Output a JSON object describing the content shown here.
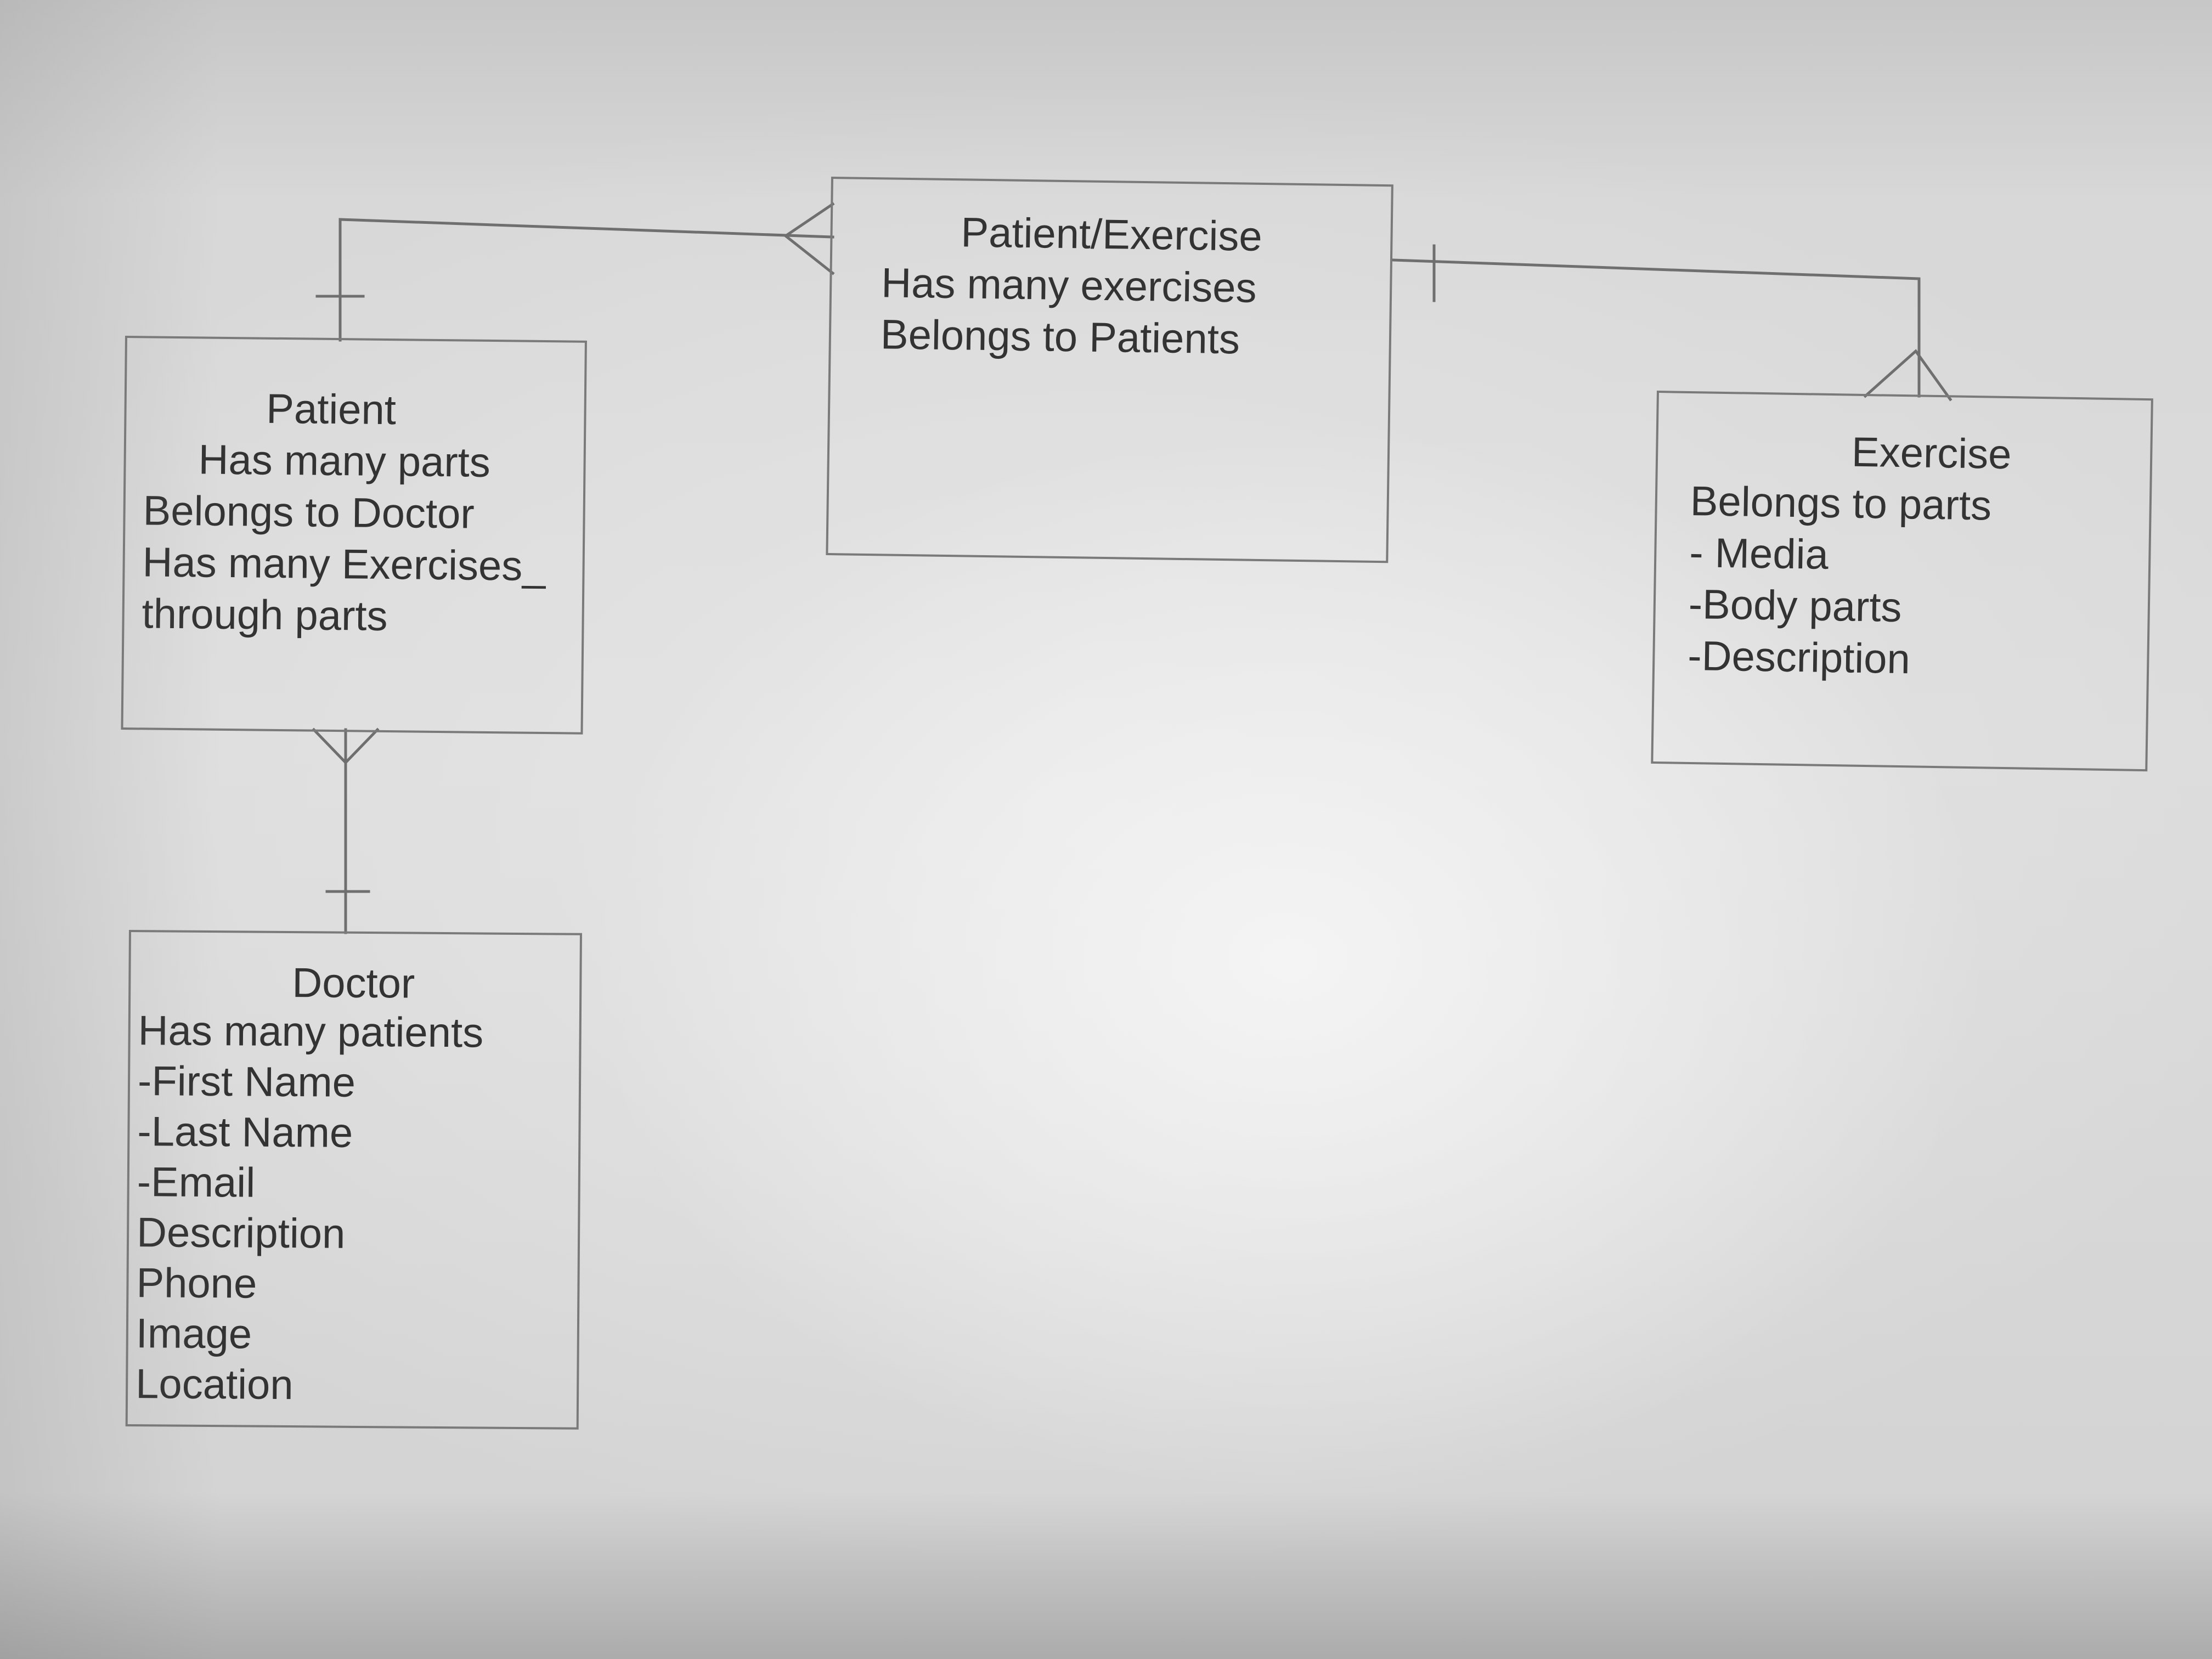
{
  "entities": {
    "patient": {
      "title": "Patient",
      "lines": [
        "Has many parts",
        "Belongs to Doctor",
        "Has many Exercises_",
        "through parts"
      ]
    },
    "patient_exercise": {
      "title": "Patient/Exercise",
      "lines": [
        "Has many exercises",
        "Belongs to Patients"
      ]
    },
    "exercise": {
      "title": "Exercise",
      "lines": [
        "Belongs to parts",
        "- Media",
        "-Body parts",
        "-Description"
      ]
    },
    "doctor": {
      "title": "Doctor",
      "lines": [
        "Has many patients",
        "-First Name",
        "-Last Name",
        "-Email",
        "Description",
        "Phone",
        "Image",
        "Location"
      ]
    }
  },
  "relationships": [
    {
      "from": "patient",
      "to": "patient_exercise",
      "from_cardinality": "one",
      "to_cardinality": "many"
    },
    {
      "from": "patient_exercise",
      "to": "exercise",
      "from_cardinality": "one",
      "to_cardinality": "many"
    },
    {
      "from": "doctor",
      "to": "patient",
      "from_cardinality": "one",
      "to_cardinality": "many"
    }
  ],
  "colors": {
    "line": "#6f6f6f",
    "text": "#333333"
  }
}
